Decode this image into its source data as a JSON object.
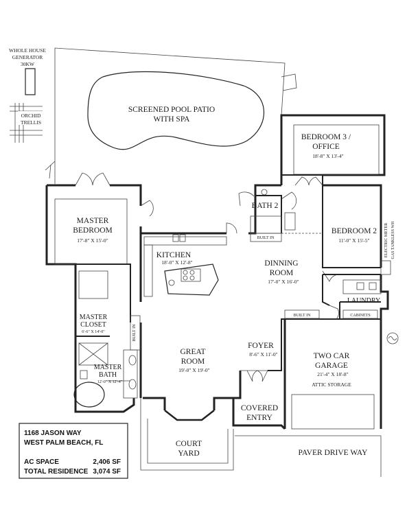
{
  "rooms": {
    "generator": {
      "l1": "WHOLE HOUSE",
      "l2": "GENERATOR",
      "l3": "30KW"
    },
    "trellis": {
      "l1": "ORCHID",
      "l2": "TRELLIS"
    },
    "pool": {
      "l1": "SCREENED POOL PATIO",
      "l2": "WITH SPA"
    },
    "bedroom3": {
      "l1": "BEDROOM 3 /",
      "l2": "OFFICE",
      "dim": "18'-8\" X 13'-4\""
    },
    "bath2": {
      "l1": "BATH 2"
    },
    "master_bedroom": {
      "l1": "MASTER",
      "l2": "BEDROOM",
      "dim": "17'-8\" X 15'-0\""
    },
    "kitchen": {
      "l1": "KITCHEN",
      "dim": "18'-0\" X 12'-8\""
    },
    "bedroom2": {
      "l1": "BEDROOM 2",
      "dim": "11'-0\" X 15'-5\""
    },
    "dining": {
      "l1": "DINNING",
      "l2": "ROOM",
      "dim": "17'-0\" X 16'-0\""
    },
    "laundry": {
      "l1": "LAUNDRY"
    },
    "master_closet": {
      "l1": "MASTER",
      "l2": "CLOSET",
      "dim": "6'-6\" X 14'-0\""
    },
    "great_room": {
      "l1": "GREAT",
      "l2": "ROOM",
      "dim": "19'-0\" X 19'-0\""
    },
    "foyer": {
      "l1": "FOYER",
      "dim": "8'-6\" X 11'-0\""
    },
    "garage": {
      "l1": "TWO CAR",
      "l2": "GARAGE",
      "dim": "21'-4\" X 18'-8\"",
      "note": "ATTIC STORAGE"
    },
    "master_bath": {
      "l1": "MASTER",
      "l2": "BATH",
      "dim": "12'-0\" X 12'-4\""
    },
    "covered_entry": {
      "l1": "COVERED",
      "l2": "ENTRY"
    },
    "court_yard": {
      "l1": "COURT",
      "l2": "YARD"
    },
    "driveway": {
      "l1": "PAVER DRIVE WAY"
    }
  },
  "labels": {
    "built_in_bath": "BUILT IN",
    "built_in_hall": "BUILT IN",
    "built_in_closet": "BUILT IN",
    "cabinets": "CABINETS",
    "meter": "ELECTRIC METER",
    "gas_wh": "GAS TANKLESS WH"
  },
  "info": {
    "address1": "1168 JASON WAY",
    "address2": "WEST PALM BEACH, FL",
    "ac_label": "AC SPACE",
    "ac_value": "2,406 SF",
    "total_label": "TOTAL RESIDENCE",
    "total_value": "3,074 SF"
  }
}
